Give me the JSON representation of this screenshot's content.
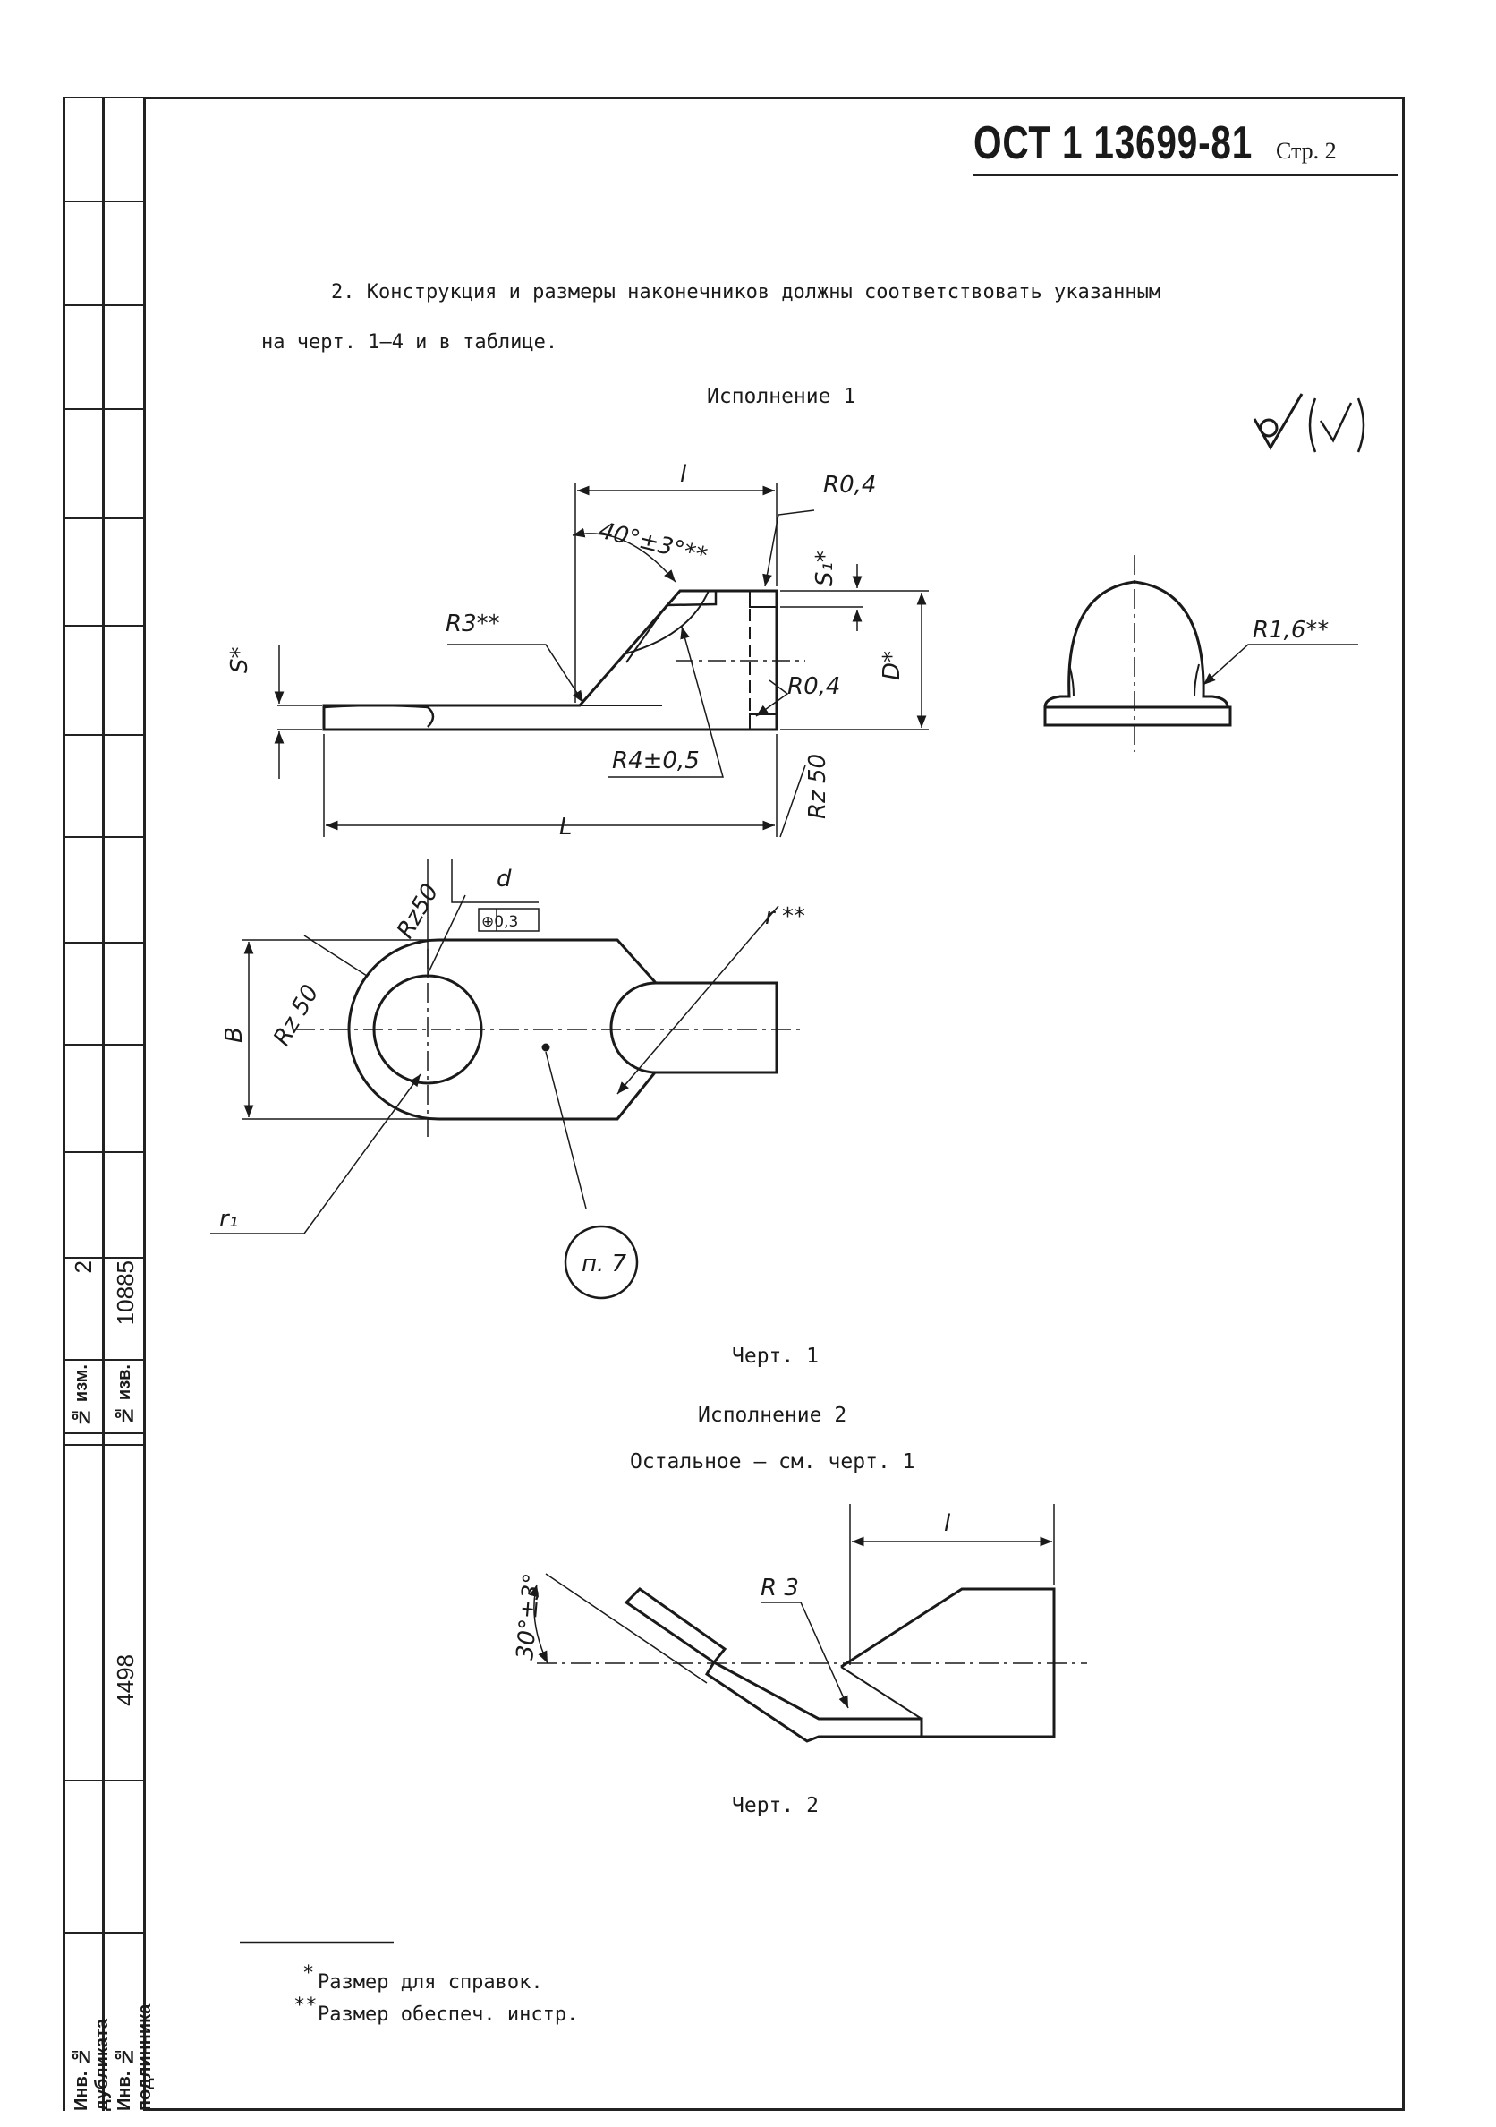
{
  "header": {
    "doc_code": "ОСТ 1 13699-81",
    "page_label": "Стр. 2"
  },
  "body": {
    "para_line1": "2. Конструкция и размеры наконечников должны соответствовать указанным",
    "para_line2": "на черт. 1–4 и в таблице."
  },
  "figure1": {
    "variant_title": "Исполнение 1",
    "caption": "Черт. 1",
    "labels": {
      "l": "l",
      "L": "L",
      "R04_top": "R0,4",
      "R04_bottom": "R0,4",
      "angle": "40°±3°**",
      "R3": "R3**",
      "S_star": "S*",
      "S1_star": "S₁*",
      "D_star": "D*",
      "R4": "R4±0,5",
      "Rz50_a": "Rz 50",
      "R16": "R1,6**",
      "d": "d",
      "tol": "⊕0,3",
      "Rz50_b": "Rz50",
      "Rz50_c": "Rz 50",
      "r": "r **",
      "B": "B",
      "r1": "r₁",
      "p7": "п. 7"
    }
  },
  "figure2": {
    "variant_title": "Исполнение 2",
    "rest_note": "Остальное – см. черт. 1",
    "caption": "Черт. 2",
    "labels": {
      "angle": "30°±3°",
      "R3": "R 3",
      "l": "l"
    }
  },
  "footnotes": {
    "note1": "Размер для справок.",
    "note2": "Размер обеспеч. инстр."
  },
  "sidebar": {
    "rev_no": "2",
    "notice_no": "10885",
    "dup_inv_no": "4498",
    "label_rev": "№ изм.",
    "label_notice": "№ изв.",
    "label_dup": "Инв. № дубликата",
    "label_orig": "Инв. № подлинника"
  }
}
